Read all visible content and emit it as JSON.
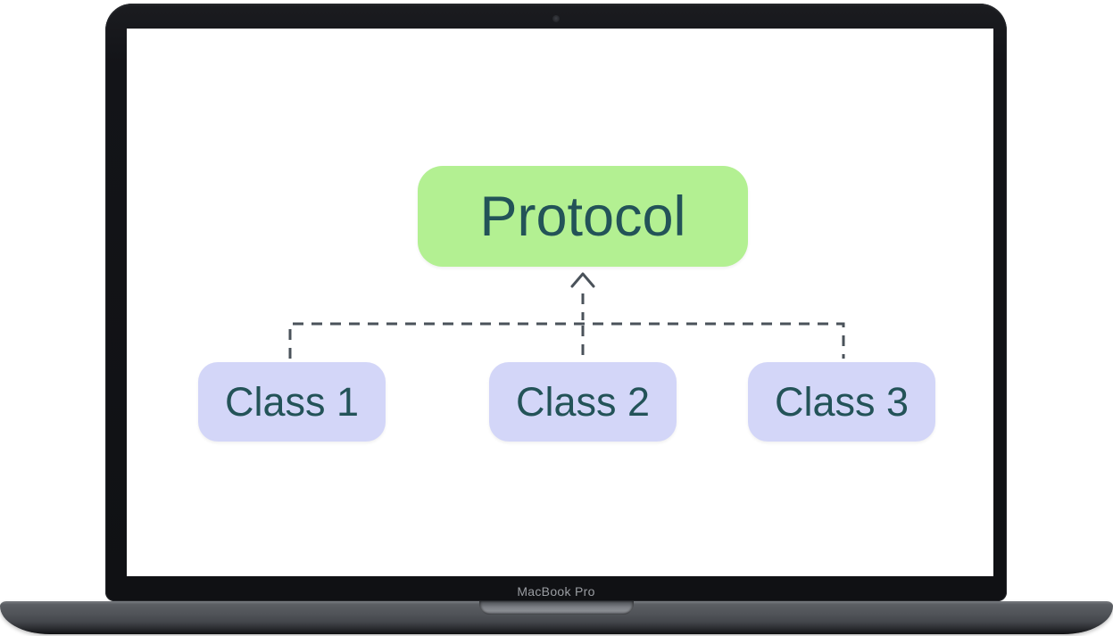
{
  "device": {
    "model_label": "MacBook Pro"
  },
  "screen": {
    "background": "#ffffff"
  },
  "diagram": {
    "type": "protocol-conformance-hierarchy",
    "root": {
      "label": "Protocol",
      "shape": "rounded-rectangle"
    },
    "children": [
      {
        "label": "Class 1",
        "shape": "rounded-rectangle"
      },
      {
        "label": "Class 2",
        "shape": "rounded-rectangle"
      },
      {
        "label": "Class 3",
        "shape": "rounded-rectangle"
      }
    ],
    "connector": {
      "style": "dashed",
      "arrow": "open-chevron-up",
      "direction": "children-to-root"
    }
  },
  "icons": {
    "webcam_dot": "camera",
    "arrow_up": "^"
  },
  "colors": {
    "green_box": "#b3f092",
    "class_box": "#d3d6f8",
    "label_text": "#235358",
    "connector": "#4a525a",
    "device_label_color": "#9a9da2",
    "lid_black": "#131418",
    "base_gray": "#515459",
    "screen_white": "#ffffff"
  }
}
